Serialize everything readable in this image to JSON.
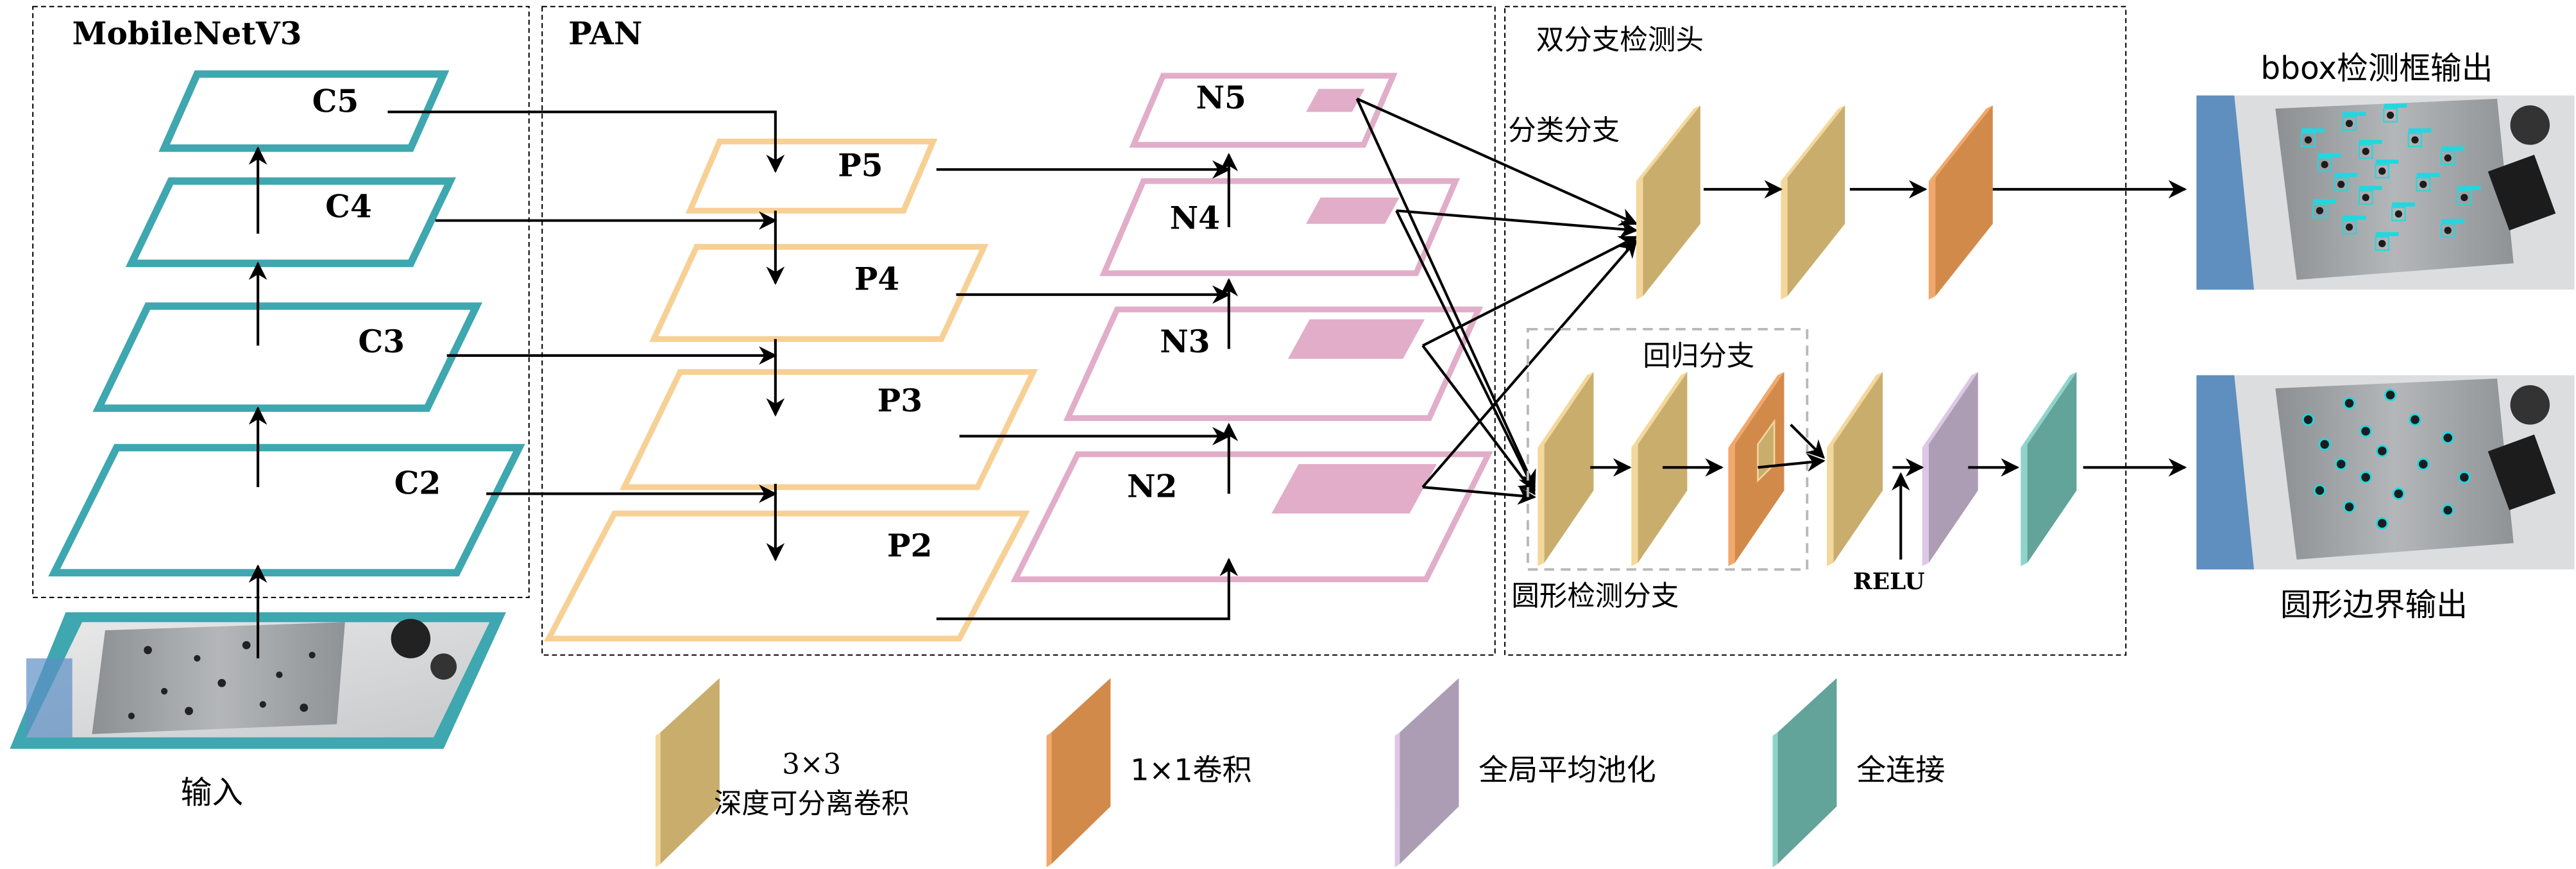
{
  "colors": {
    "backbone": "#3ea7b0",
    "pan_p": "#f7d095",
    "pan_n": "#e1adc8",
    "dwconv": "#c8ad6d",
    "dwconv_edge": "#f4d79a",
    "conv1x1": "#d28a4a",
    "conv1x1_edge": "#f2a86a",
    "gap": "#ac9db5",
    "gap_edge": "#dcc8e6",
    "fc": "#62a39a",
    "fc_edge": "#8fd4cb",
    "arrow": "#000000",
    "dash_box": "#000000",
    "reg_box": "#b8b8b8"
  },
  "sections": {
    "backbone_title": "MobileNetV3",
    "pan_title": "PAN",
    "head_title": "双分支检测头"
  },
  "backbone": {
    "layers": [
      "C5",
      "C4",
      "C3",
      "C2"
    ],
    "input_label": "输入"
  },
  "pan": {
    "p_layers": [
      "P5",
      "P4",
      "P3",
      "P2"
    ],
    "n_layers": [
      "N5",
      "N4",
      "N3",
      "N2"
    ]
  },
  "head": {
    "cls_branch_label": "分类分支",
    "reg_branch_label": "回归分支",
    "circle_branch_label": "圆形检测分支",
    "relu_label": "RELU"
  },
  "outputs": {
    "bbox_label": "bbox检测框输出",
    "circle_label": "圆形边界输出"
  },
  "legend": [
    {
      "key": "dwconv",
      "line1": "3×3",
      "line2": "深度可分离卷积"
    },
    {
      "key": "conv1x1",
      "line1": "1×1卷积",
      "line2": ""
    },
    {
      "key": "gap",
      "line1": "全局平均池化",
      "line2": ""
    },
    {
      "key": "fc",
      "line1": "全连接",
      "line2": ""
    }
  ]
}
